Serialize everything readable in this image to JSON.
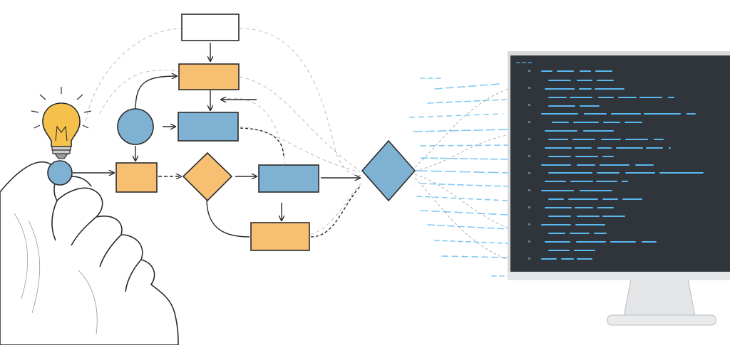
{
  "palette": {
    "background": "#ffffff",
    "ink": "#2b2b2b",
    "sketch": "#6f6f6f",
    "orange_fill": "#f7bf72",
    "blue_fill": "#7fb1d3",
    "bulb_yellow": "#f6c14b",
    "screen": "#2f353b",
    "bezel": "#d7d9db",
    "code": "#5ab8f0"
  },
  "icons": {
    "idea": "lightbulb-icon",
    "hand": "hand-drawing-icon",
    "monitor": "monitor-icon"
  },
  "flowchart": {
    "shapes": [
      "rectangle",
      "circle",
      "diamond"
    ]
  }
}
